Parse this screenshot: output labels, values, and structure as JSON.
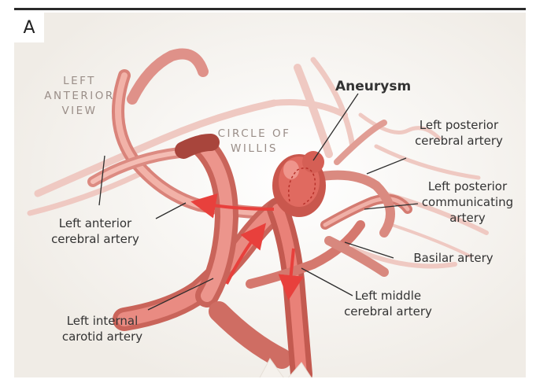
{
  "panel_label": "A",
  "view_label": [
    "LEFT",
    "ANTERIOR",
    "VIEW"
  ],
  "region_label": [
    "CIRCLE OF",
    "WILLIS"
  ],
  "labels": {
    "aneurysm": "Aneurysm",
    "left_posterior_cerebral": [
      "Left posterior",
      "cerebral artery"
    ],
    "left_posterior_communicating": [
      "Left posterior",
      "communicating",
      "artery"
    ],
    "basilar": "Basilar artery",
    "left_middle_cerebral": [
      "Left middle",
      "cerebral artery"
    ],
    "left_internal_carotid": [
      "Left internal",
      "carotid artery"
    ],
    "left_anterior_cerebral": [
      "Left anterior",
      "cerebral artery"
    ]
  },
  "colors": {
    "artery": "#e89a92",
    "artery_dark": "#c25b52",
    "flow_arrow": "#e8403c",
    "background": "#f5f3ef",
    "text": "#333333",
    "caps_text": "#9a8e88"
  }
}
